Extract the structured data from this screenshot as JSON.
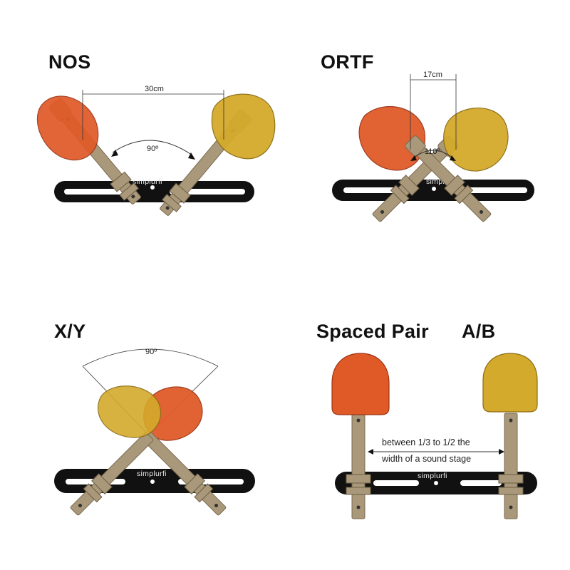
{
  "colors": {
    "left_capsule": "#e05a28",
    "right_capsule": "#d4aa2c",
    "mic_body": "#a9987a",
    "bar": "#111111",
    "dimension_line": "#333333"
  },
  "brand": "simplurfi",
  "panels": {
    "nos": {
      "title": "NOS",
      "spacing": "30cm",
      "angle": "90º"
    },
    "ortf": {
      "title": "ORTF",
      "spacing": "17cm",
      "angle": "110º"
    },
    "xy": {
      "title": "X/Y",
      "angle": "90º"
    },
    "ab": {
      "title_left": "Spaced Pair",
      "title_right": "A/B",
      "note_line1": "between 1/3 to 1/2 the",
      "note_line2": "width of a sound stage"
    }
  }
}
